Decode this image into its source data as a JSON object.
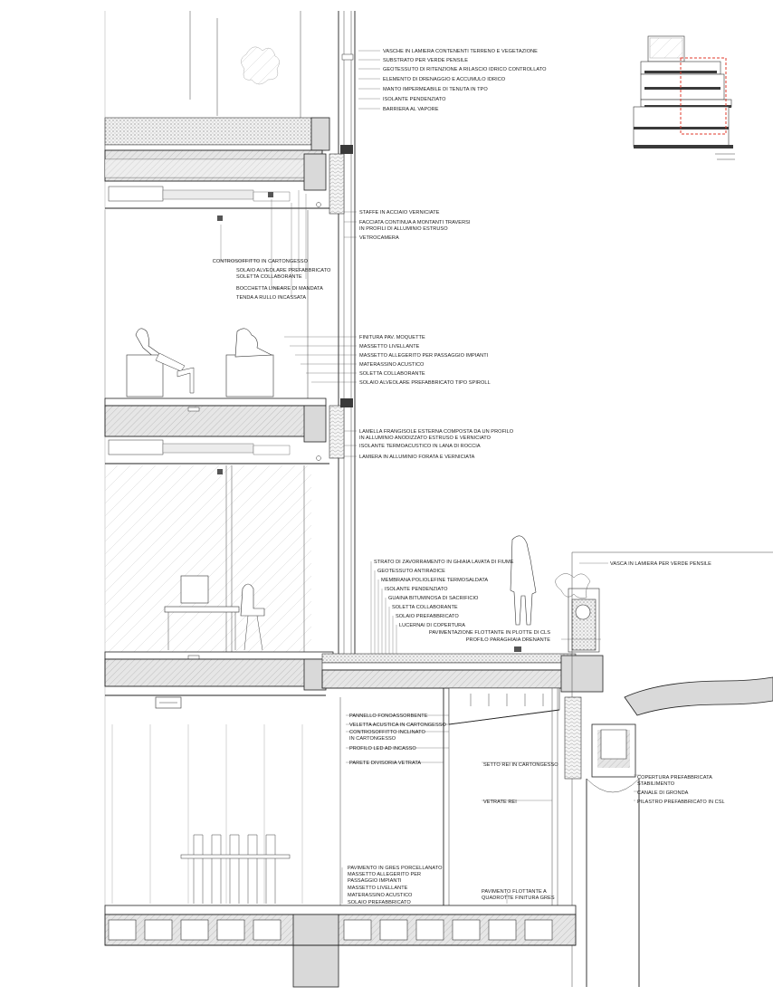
{
  "labels_roof": [
    "VASCHE IN LAMIERA CONTENENTI TERRENO E VEGETAZIONE",
    "SUBSTRATO PER VERDE PENSILE",
    "GEOTESSUTO DI RITENZIONE A RILASCIO IDRICO CONTROLLATO",
    "ELEMENTO DI DRENAGGIO E ACCUMULO IDRICO",
    "MANTO IMPERMEABILE DI TENUTA IN TPO",
    "ISOLANTE PENDENZIATO",
    "BARRIERA AL VAPORE"
  ],
  "labels_facade_upper": [
    "STAFFE IN ACCIAIO VERNICIATE",
    "FACCIATA CONTINUA A MONTANTI TRAVERSI",
    "IN PROFILI DI ALLUMINIO ESTRUSO",
    "VETROCAMERA"
  ],
  "labels_ceiling": [
    "CONTROSOFFITTO IN CARTONGESSO",
    "SOLAIO ALVEOLARE PREFABBRICATO",
    "SOLETTA COLLABORANTE",
    "BOCCHETTA LINEARE DI MANDATA",
    "TENDA A RULLO INCASSATA"
  ],
  "labels_floor": [
    "FINITURA PAV. MOQUETTE",
    "MASSETTO LIVELLANTE",
    "MASSETTO ALLEGERITO PER PASSAGGIO IMPIANTI",
    "MATERASSINO ACUSTICO",
    "SOLETTA COLLABORANTE",
    "SOLAIO ALVEOLARE PREFABBRICATO TIPO SPIROLL"
  ],
  "labels_brise": [
    "LAMELLA FRANGISOLE ESTERNA COMPOSTA DA UN PROFILO",
    "IN ALLUMINIO ANODIZZATO ESTRUSO E VERNICIATO",
    "ISOLANTE TERMOACUSTICO IN LANA DI ROCCIA",
    "LAMIERA IN ALLUMINIO FORATA E VERNICIATA"
  ],
  "labels_terrace": [
    "STRATO DI ZAVORRAMENTO IN GHIAIA LAVATA DI FIUME",
    "GEOTESSUTO ANTIRADICE",
    "MEMBRANA POLIOLEFINE TERMOSALDATA",
    "ISOLANTE PENDENZIATO",
    "GUAINA BITUMINOSA DI SACRIFICIO",
    "SOLETTA COLLABORANTE",
    "SOLAIO PREFABBRICATO",
    "LUCERNAI DI COPERTURA"
  ],
  "label_planter": "VASCA IN LAMIERA PER VERDE PENSILE",
  "labels_paving": [
    "PAVIMENTAZIONE FLOTTANTE IN PLOTTE DI CLS",
    "PROFILO PARAGHIAIA DRENANTE"
  ],
  "labels_ground_ceiling": [
    "PANNELLO FONOASSORBENTE",
    "VELETTA ACUSTICA IN CARTONGESSO",
    "CONTROSOFFITTO INCLINATO",
    "IN CARTONGESSO",
    "PROFILO LED AD INCASSO",
    "PARETE DIVISORIA VETRATA"
  ],
  "labels_partition": [
    "SETTO REI IN CARTONGESSO",
    "VETRATE REI"
  ],
  "labels_existing": [
    "COPERTURA PREFABBRICATA",
    "STABILIMENTO",
    "CANALE DI GRONDA",
    "PILASTRO PREFABBRICATO IN CSL"
  ],
  "labels_ground_floor": [
    "PAVIMENTO IN GRES PORCELLANATO",
    "MASSETTO ALLEGERITO PER",
    "PASSAGGIO IMPIANTI",
    "MASSETTO LIVELLANTE",
    "MATERASSINO ACUSTICO",
    "SOLAIO PREFABBRICATO"
  ],
  "labels_floating": [
    "PAVIMENTO FLOTTANTE  A",
    "QUADROTTE FINITURA GRES"
  ],
  "colors": {
    "ink": "#1a1a1a",
    "key_plan_highlight": "#e0392b",
    "section_fill": "#d9d9d9"
  }
}
